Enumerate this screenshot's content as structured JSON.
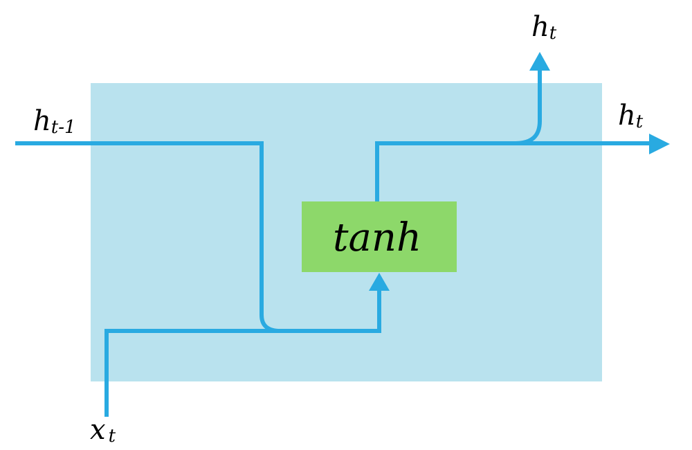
{
  "diagram": {
    "title": "Simple RNN cell",
    "colors": {
      "cell_bg": "#b9e2ee",
      "wire": "#29aae1",
      "activation_box": "#8dd86a"
    },
    "activation": {
      "label": "tanh"
    },
    "inputs": {
      "prev_hidden": {
        "base": "h",
        "subscript": "t-1"
      },
      "input": {
        "base": "x",
        "subscript": "t"
      }
    },
    "outputs": {
      "up": {
        "base": "h",
        "subscript": "t"
      },
      "right": {
        "base": "h",
        "subscript": "t"
      }
    }
  }
}
